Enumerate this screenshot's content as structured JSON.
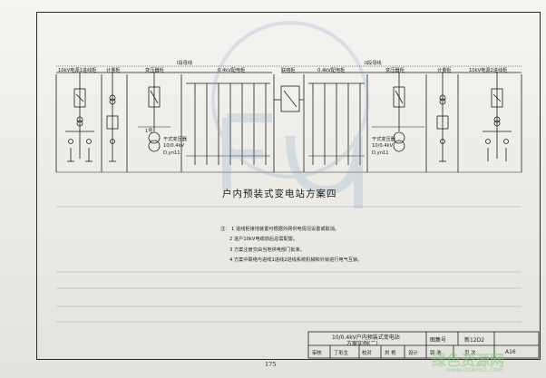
{
  "buses": {
    "incoming_1": "10kV电源1进线柜",
    "metering_1": "计量柜",
    "transformer_1": "变压器柜",
    "busbar_1": "I段母线",
    "lv_panel_1": "0.4kV配电柜",
    "busbar_tie": "联络柜",
    "lv_panel_2": "0.4kV配电柜",
    "busbar_2": "II段母线",
    "transformer_2": "变压器柜",
    "metering_2": "计量柜",
    "incoming_2": "10kV电源2进线柜"
  },
  "transformers": {
    "t1_label": "干式变压器",
    "t1_spec": "10/0.4kV",
    "t1_group": "D,yn11",
    "t2_label": "干式变压器",
    "t2_spec": "10/0.4kV",
    "t2_group": "D,yn11",
    "t1_mark": "1号"
  },
  "main_title": "户内预装式变电站方案四",
  "notes": {
    "heading": "注：",
    "n1": "1   进线柜接地装置可根据外网供电情况设置或取消。",
    "n2": "2   进户10kV电缆前后总需配置。",
    "n3": "3   方案注册交由当地供电部门批准。",
    "n4": "4   方案中联络与进线1进线2进线系统机械和外锁进行电气互锁。"
  },
  "title_block": {
    "drawing_title_line1": "10/0.4kV户内预装式变电站",
    "drawing_title_line2": "方案实例(二)",
    "atlas_no_label": "图集号",
    "atlas_no": "新12D2",
    "sheet_code": "A16",
    "review_label": "审核",
    "review_name": "丁彩生",
    "check_label": "校对",
    "check_name": "刘 艳",
    "design_label": "设计",
    "design_name": "郭 浩",
    "page_label": "页 次"
  },
  "page_number": "175",
  "watermark": {
    "line1": "绿色资源网",
    "line2": "www.downcc.com"
  }
}
